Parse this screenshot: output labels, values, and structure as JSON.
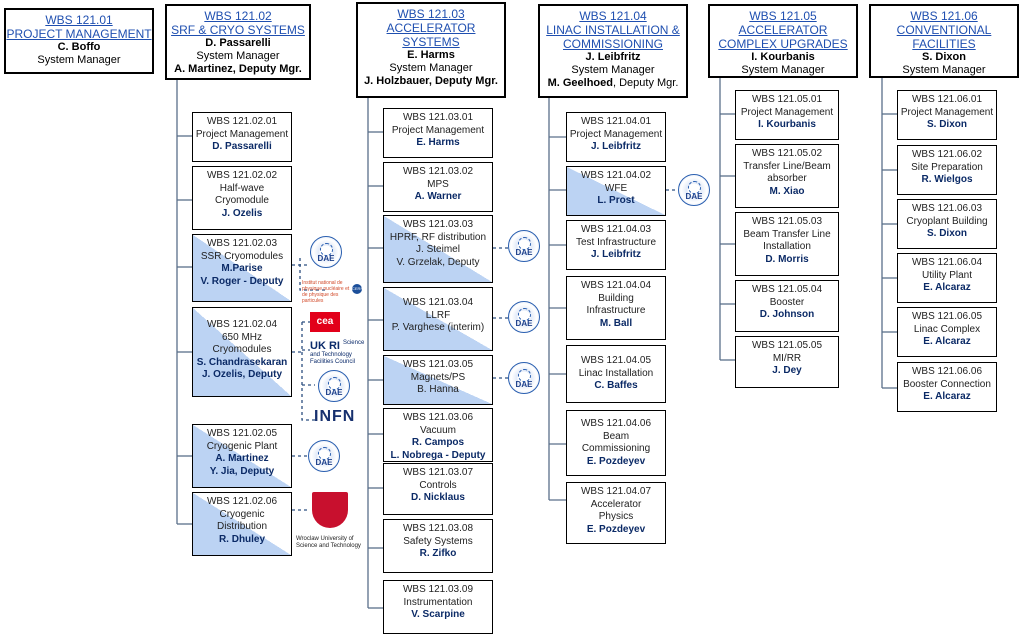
{
  "columns": [
    {
      "wbs": "WBS 121.01",
      "title": "PROJECT MANAGEMENT",
      "manager": "C. Boffo",
      "role": "System Manager"
    },
    {
      "wbs": "WBS 121.02",
      "title": "SRF & CRYO SYSTEMS",
      "manager": "D. Passarelli",
      "role": "System Manager",
      "deputy": "A. Martinez, Deputy Mgr.",
      "items": [
        {
          "wbs": "WBS 121.02.01",
          "name": "Project Management",
          "lead": "D. Passarelli"
        },
        {
          "wbs": "WBS 121.02.02",
          "name": "Half-wave Cryomodule",
          "lead": "J. Ozelis"
        },
        {
          "wbs": "WBS 121.02.03",
          "name": "SSR Cryomodules",
          "lead": "M.Parise",
          "lead2": "V. Roger - Deputy"
        },
        {
          "wbs": "WBS 121.02.04",
          "name": "650 MHz Cryomodules",
          "lead": "S. Chandrasekaran",
          "lead2": "J. Ozelis, Deputy"
        },
        {
          "wbs": "WBS 121.02.05",
          "name": "Cryogenic Plant",
          "lead": "A. Martinez",
          "lead2": "Y. Jia, Deputy"
        },
        {
          "wbs": "WBS 121.02.06",
          "name": "Cryogenic Distribution",
          "lead": "R. Dhuley"
        }
      ]
    },
    {
      "wbs": "WBS 121.03",
      "title": "ACCELERATOR SYSTEMS",
      "manager": "E. Harms",
      "role": "System Manager",
      "deputy": "J. Holzbauer, Deputy Mgr.",
      "items": [
        {
          "wbs": "WBS 121.03.01",
          "name": "Project Management",
          "lead": "E. Harms"
        },
        {
          "wbs": "WBS 121.03.02",
          "name": "MPS",
          "lead": "A. Warner"
        },
        {
          "wbs": "WBS 121.03.03",
          "name": "HPRF, RF distribution",
          "lead": "J. Steimel",
          "lead2": "V. Grzelak, Deputy"
        },
        {
          "wbs": "WBS 121.03.04",
          "name": "LLRF",
          "lead": "P. Varghese (interim)"
        },
        {
          "wbs": "WBS 121.03.05",
          "name": "Magnets/PS",
          "lead": "B. Hanna"
        },
        {
          "wbs": "WBS 121.03.06",
          "name": "Vacuum",
          "lead": "R. Campos",
          "lead2": "L. Nobrega - Deputy"
        },
        {
          "wbs": "WBS 121.03.07",
          "name": "Controls",
          "lead": "D. Nicklaus"
        },
        {
          "wbs": "WBS 121.03.08",
          "name": "Safety Systems",
          "lead": "R. Zifko"
        },
        {
          "wbs": "WBS 121.03.09",
          "name": "Instrumentation",
          "lead": "V. Scarpine"
        }
      ]
    },
    {
      "wbs": "WBS 121.04",
      "title": "LINAC INSTALLATION & COMMISSIONING",
      "manager": "J. Leibfritz",
      "role": "System Manager",
      "deputy_name": "M. Geelhoed",
      "deputy_role": ", Deputy Mgr.",
      "items": [
        {
          "wbs": "WBS 121.04.01",
          "name": "Project Management",
          "lead": "J. Leibfritz"
        },
        {
          "wbs": "WBS 121.04.02",
          "name": "WFE",
          "lead": "L. Prost"
        },
        {
          "wbs": "WBS 121.04.03",
          "name": "Test Infrastructure",
          "lead": "J. Leibfritz"
        },
        {
          "wbs": "WBS 121.04.04",
          "name": "Building Infrastructure",
          "lead": "M. Ball"
        },
        {
          "wbs": "WBS 121.04.05",
          "name": "Linac Installation",
          "lead": "C. Baffes"
        },
        {
          "wbs": "WBS 121.04.06",
          "name": "Beam Commissioning",
          "lead": "E. Pozdeyev"
        },
        {
          "wbs": "WBS 121.04.07",
          "name": "Accelerator Physics",
          "lead": "E. Pozdeyev"
        }
      ]
    },
    {
      "wbs": "WBS 121.05",
      "title": "ACCELERATOR COMPLEX UPGRADES",
      "manager": "I. Kourbanis",
      "role": "System Manager",
      "items": [
        {
          "wbs": "WBS 121.05.01",
          "name": "Project Management",
          "lead": "I. Kourbanis"
        },
        {
          "wbs": "WBS 121.05.02",
          "name": "Transfer Line/Beam absorber",
          "lead": "M. Xiao"
        },
        {
          "wbs": "WBS 121.05.03",
          "name": "Beam Transfer Line Installation",
          "lead": "D. Morris"
        },
        {
          "wbs": "WBS 121.05.04",
          "name": "Booster",
          "lead": "D. Johnson"
        },
        {
          "wbs": "WBS 121.05.05",
          "name": "MI/RR",
          "lead": "J. Dey"
        }
      ]
    },
    {
      "wbs": "WBS 121.06",
      "title": "CONVENTIONAL FACILITIES",
      "manager": "S. Dixon",
      "role": "System Manager",
      "items": [
        {
          "wbs": "WBS 121.06.01",
          "name": "Project Management",
          "lead": "S. Dixon"
        },
        {
          "wbs": "WBS 121.06.02",
          "name": "Site Preparation",
          "lead": "R. Wielgos"
        },
        {
          "wbs": "WBS 121.06.03",
          "name": "Cryoplant Building",
          "lead": "S. Dixon"
        },
        {
          "wbs": "WBS 121.06.04",
          "name": "Utility Plant",
          "lead": "E. Alcaraz"
        },
        {
          "wbs": "WBS 121.06.05",
          "name": "Linac Complex",
          "lead": "E. Alcaraz"
        },
        {
          "wbs": "WBS 121.06.06",
          "name": "Booster Connection",
          "lead": "E. Alcaraz"
        }
      ]
    }
  ],
  "partners": {
    "dae": "DAE",
    "cea": "cea",
    "ukri": "UK RI",
    "ukri_text": "Science and Technology Facilities Council",
    "infn": "INFN",
    "ijclab": "Institut national de physique nucléaire et de physique des particules",
    "cern": "CERN",
    "wust": "Wroclaw University of Science and Technology"
  },
  "colors": {
    "title_blue": "#1f4fb0",
    "highlight_blue": "#bcd3f3",
    "lead_navy": "#0b2a66"
  }
}
